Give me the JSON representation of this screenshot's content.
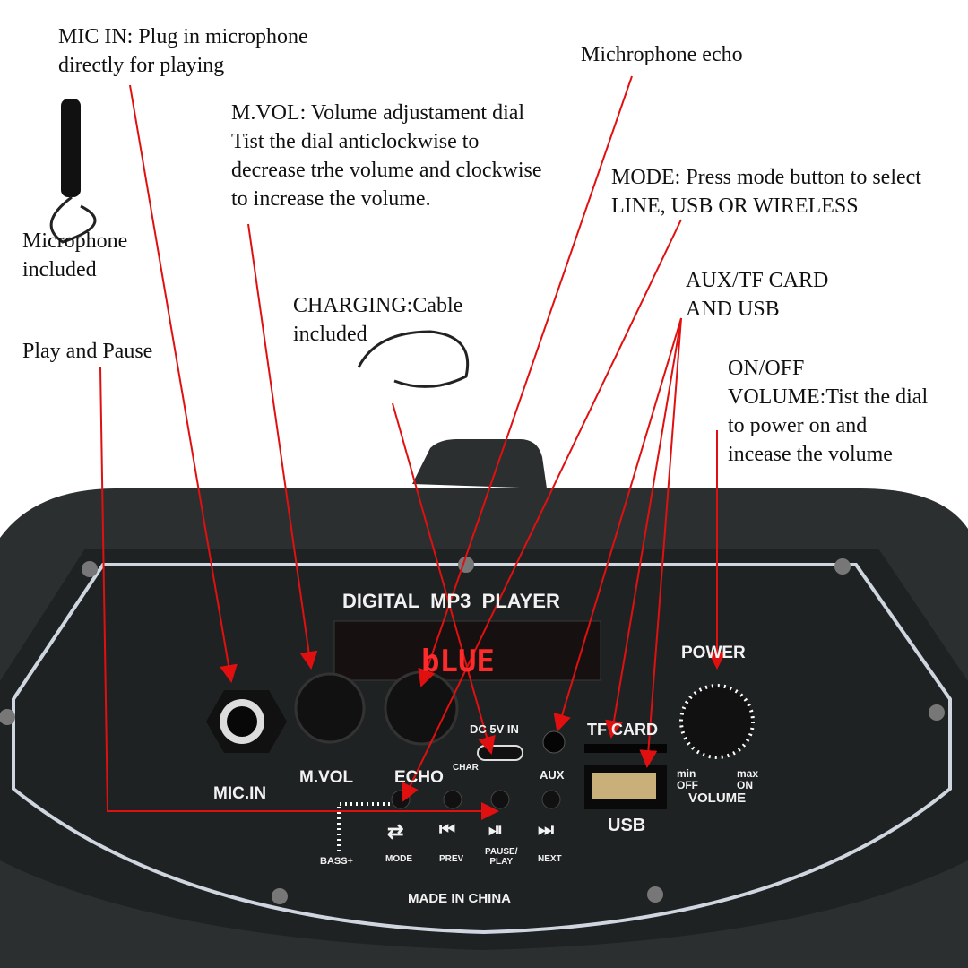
{
  "annotations": {
    "mic_in": "MIC IN: Plug in microphone\ndirectly for playing",
    "mic_included": "Microphone\nincluded",
    "play_pause": "Play and Pause",
    "mvol": "M.VOL: Volume adjustament dial\nTist the dial anticlockwise to\ndecrease trhe volume and clockwise\nto increase the volume.",
    "charging": "CHARGING:Cable\nincluded",
    "echo": "Michrophone echo",
    "mode": "MODE: Press mode button to select\nLINE, USB OR WIRELESS",
    "aux": "AUX/TF CARD\nAND USB",
    "power": "ON/OFF\nVOLUME:Tist the dial\nto power on and\nincease the volume"
  },
  "panel": {
    "title": "DIGITAL  MP3  PLAYER",
    "display": "bLUE",
    "mic_in": "MIC.IN",
    "mvol": "M.VOL",
    "echo": "ECHO",
    "char": "CHAR",
    "dc": "DC 5V IN",
    "aux": "AUX",
    "tf": "TF CARD",
    "usb": "USB",
    "power": "POWER",
    "min": "min\nOFF",
    "max": "max\nON",
    "volume": "VOLUME",
    "bass": "BASS+",
    "mode": "MODE",
    "prev": "PREV",
    "pause": "PAUSE/\nPLAY",
    "next": "NEXT",
    "made": "MADE IN CHINA"
  },
  "colors": {
    "arrow": "#e01010",
    "display": "#ff2a2a",
    "body": "#2b2f30",
    "panel": "#1c1e1f"
  }
}
